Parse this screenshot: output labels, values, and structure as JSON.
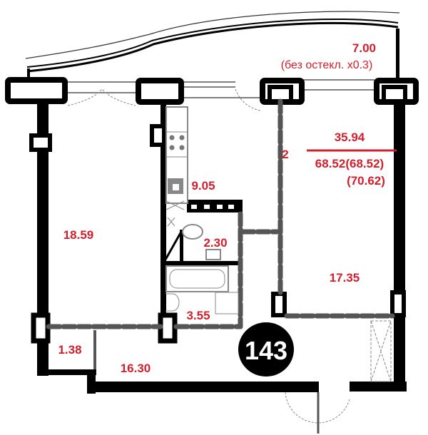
{
  "plan": {
    "apartment_number": "143",
    "room_count": "2",
    "living_area": "35.94",
    "total_area": "68.52(68.52)",
    "total_area_with_balcony": "(70.62)",
    "balcony": {
      "area": "7.00",
      "note": "(без остекл. x0.3)"
    },
    "rooms": {
      "kitchen": "9.05",
      "room_left": "18.59",
      "wc": "2.30",
      "room_right": "17.35",
      "bathroom": "3.55",
      "storage": "1.38",
      "hall": "16.30"
    },
    "colors": {
      "accent": "#d0202e",
      "wall": "#000000",
      "partition": "#555555"
    }
  }
}
